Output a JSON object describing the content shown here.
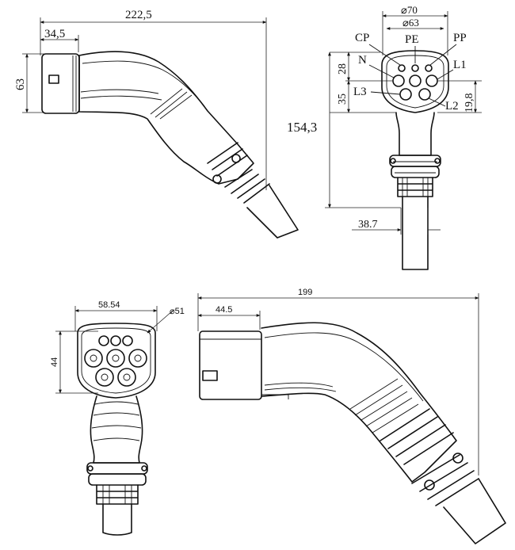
{
  "views": {
    "side_top": {
      "length": "222,5",
      "nose": "34,5",
      "height": "63"
    },
    "front_top": {
      "outer_dia": "⌀70",
      "inner_dia": "⌀63",
      "pins": {
        "cp": "CP",
        "pe": "PE",
        "pp": "PP",
        "n": "N",
        "l1": "L1",
        "l3": "L3",
        "l2": "L2"
      },
      "dim_28": "28",
      "dim_35": "35",
      "dim_19_8": "19,8",
      "total_length": "154,3",
      "cable_width": "38.7"
    },
    "front_bottom": {
      "width": "58.54",
      "dia": "⌀51",
      "height": "44"
    },
    "side_bottom": {
      "length": "199",
      "nose": "44.5"
    }
  }
}
